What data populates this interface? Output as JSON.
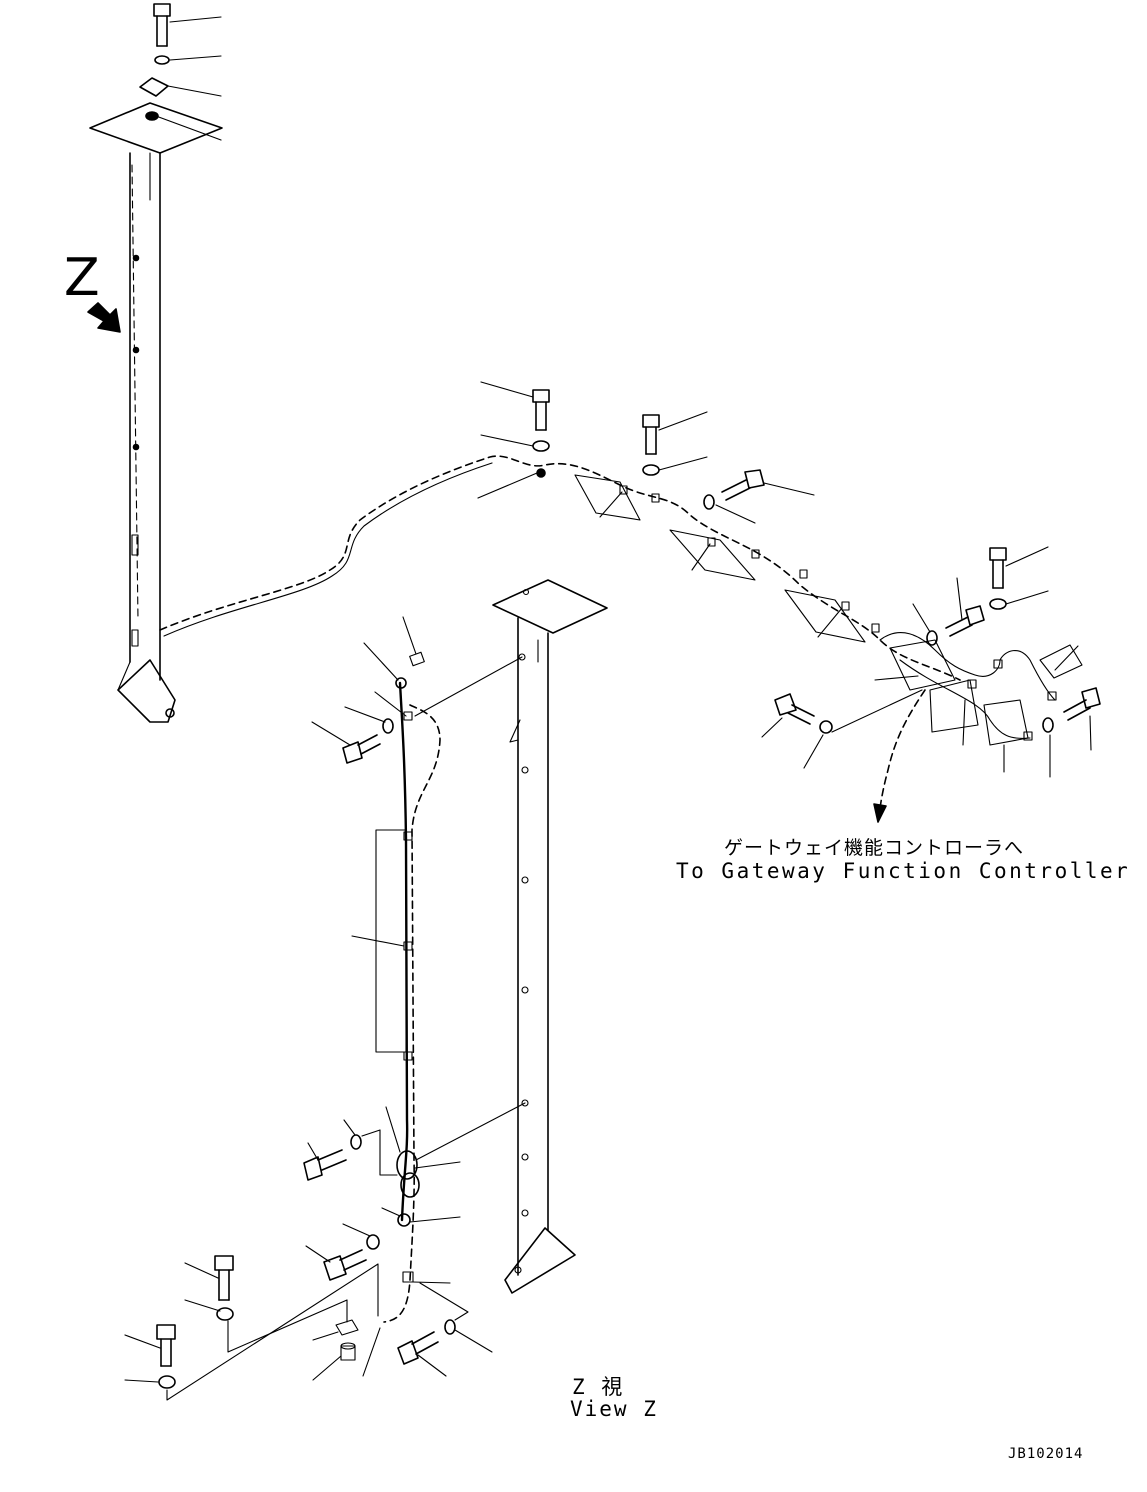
{
  "view_marker": "Z",
  "destination": {
    "japanese": "ゲートウェイ機能コントローラへ",
    "english": "To Gateway Function Controller"
  },
  "view_caption": {
    "japanese": "Z  視",
    "english": "View Z"
  },
  "drawing_code": "JB102014",
  "icons": [
    "bolt-icon",
    "washer-icon",
    "clip-icon",
    "pillar-icon",
    "harness-icon",
    "direction-arrow-icon"
  ]
}
